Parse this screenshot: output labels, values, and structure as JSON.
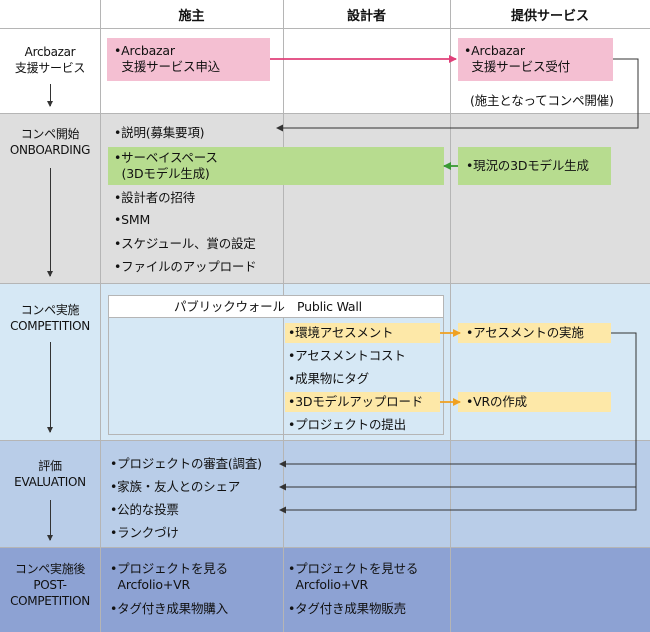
{
  "headers": {
    "owner": "施主",
    "designer": "設計者",
    "provider": "提供サービス"
  },
  "stages": [
    {
      "line1": "Arcbazar",
      "line2": "支援サービス",
      "line3": ""
    },
    {
      "line1": "コンペ開始",
      "line2": "ONBOARDING",
      "line3": ""
    },
    {
      "line1": "コンペ実施",
      "line2": "COMPETITION",
      "line3": ""
    },
    {
      "line1": "評価",
      "line2": "EVALUATION",
      "line3": ""
    },
    {
      "line1": "コンペ実施後",
      "line2": "POST-",
      "line3": "COMPETITION"
    }
  ],
  "support": {
    "owner_box": "•Arcbazar\n  支援サービス申込",
    "provider_box": "•Arcbazar\n  支援サービス受付",
    "provider_note": "(施主となってコンペ開催)"
  },
  "onboarding": {
    "owner_items": [
      "•説明(募集要項)",
      "•サーベイスペース\n  (3Dモデル生成)",
      "•設計者の招待",
      "•SMM",
      "•スケジュール、賞の設定",
      "•ファイルのアップロード"
    ],
    "provider_item": "•現況の3Dモデル生成"
  },
  "competition": {
    "wall_title": "パブリックウォール　Public Wall",
    "designer_items": [
      "•環境アセスメント",
      "•アセスメントコスト",
      "•成果物にタグ",
      "•3Dモデルアップロード",
      "•プロジェクトの提出"
    ],
    "provider_items": [
      "•アセスメントの実施",
      "•VRの作成"
    ]
  },
  "evaluation": {
    "owner_items": [
      "•プロジェクトの審査(調査)",
      "•家族・友人とのシェア",
      "•公的な投票",
      "•ランクづけ"
    ]
  },
  "post": {
    "owner_items": [
      "•プロジェクトを見る\n  Arcfolio+VR",
      "•タグ付き成果物購入"
    ],
    "designer_items": [
      "•プロジェクトを見せる\n  Arcfolio+VR",
      "•タグ付き成果物販売"
    ]
  },
  "colors": {
    "onboarding_bg": "#dedede",
    "competition_bg": "#d6e8f5",
    "evaluation_bg": "#b9cde8",
    "post_bg": "#8da2d3",
    "pink": "#f4bfd2",
    "green": "#b7dc8f",
    "yellow": "#fde8a8",
    "pink_arrow": "#e0407a",
    "green_arrow": "#3a9a34",
    "orange_arrow": "#f0a020"
  }
}
